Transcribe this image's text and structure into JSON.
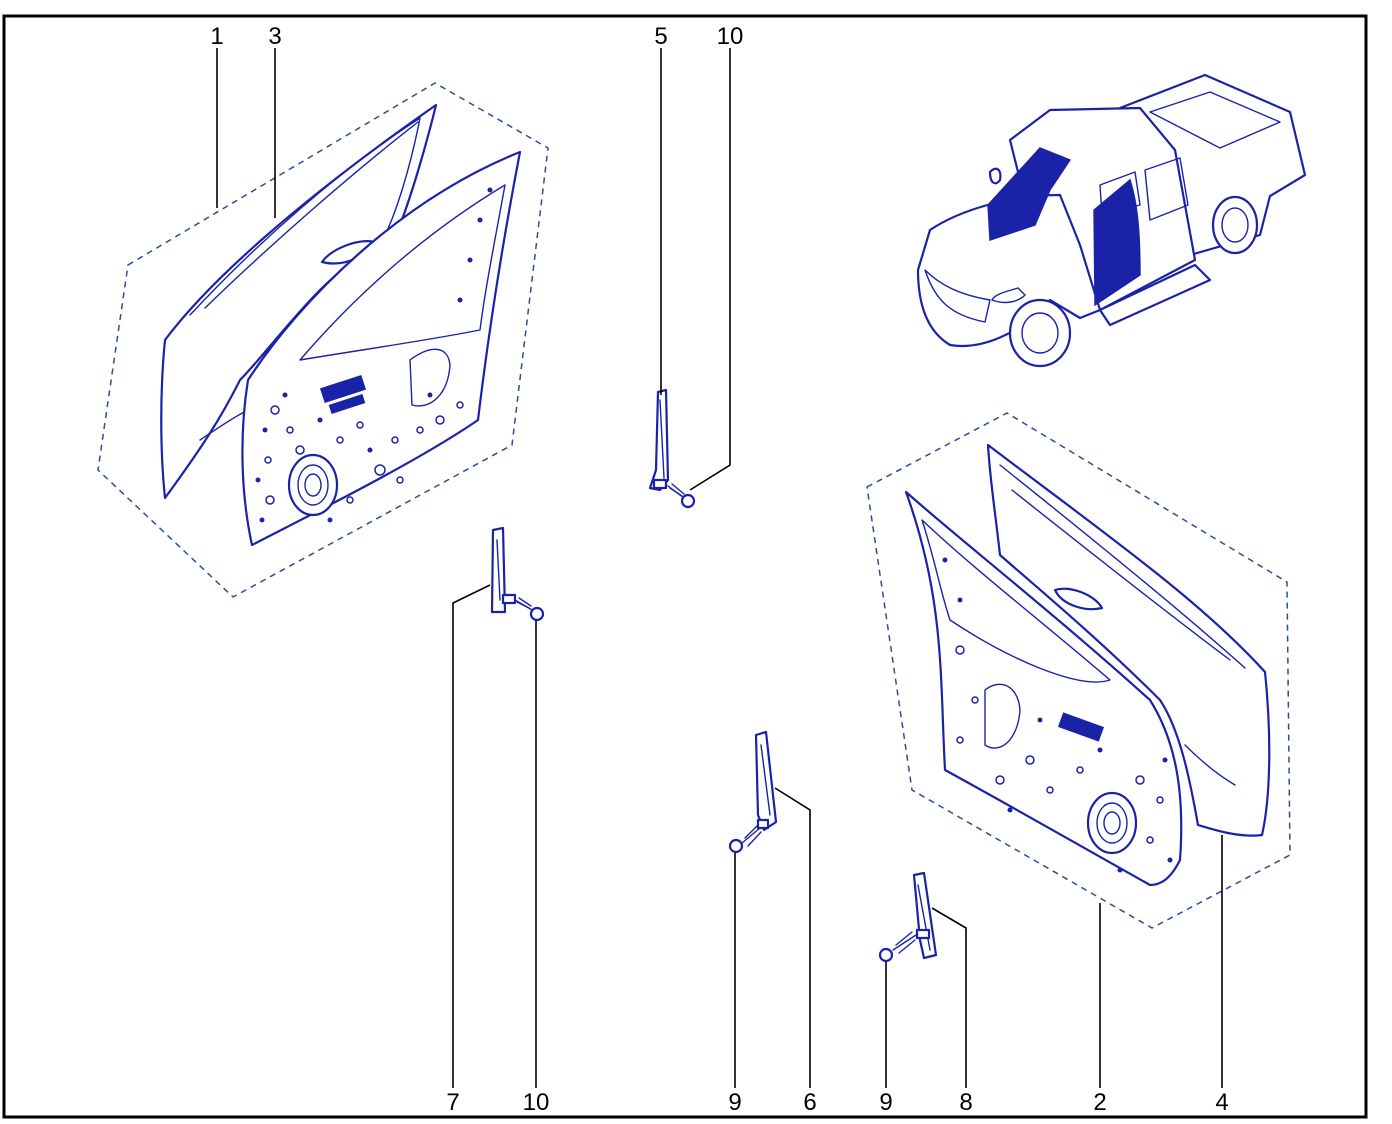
{
  "diagram": {
    "callouts": {
      "c1": "1",
      "c3": "3",
      "c5": "5",
      "c10_top": "10",
      "c7": "7",
      "c10_bottom": "10",
      "c9_left": "9",
      "c6": "6",
      "c9_right": "9",
      "c8": "8",
      "c2": "2",
      "c4": "4"
    },
    "colors": {
      "line_art": "#1a23a8",
      "dashed_boundary": "#2b4f96",
      "frame": "#000000"
    }
  }
}
